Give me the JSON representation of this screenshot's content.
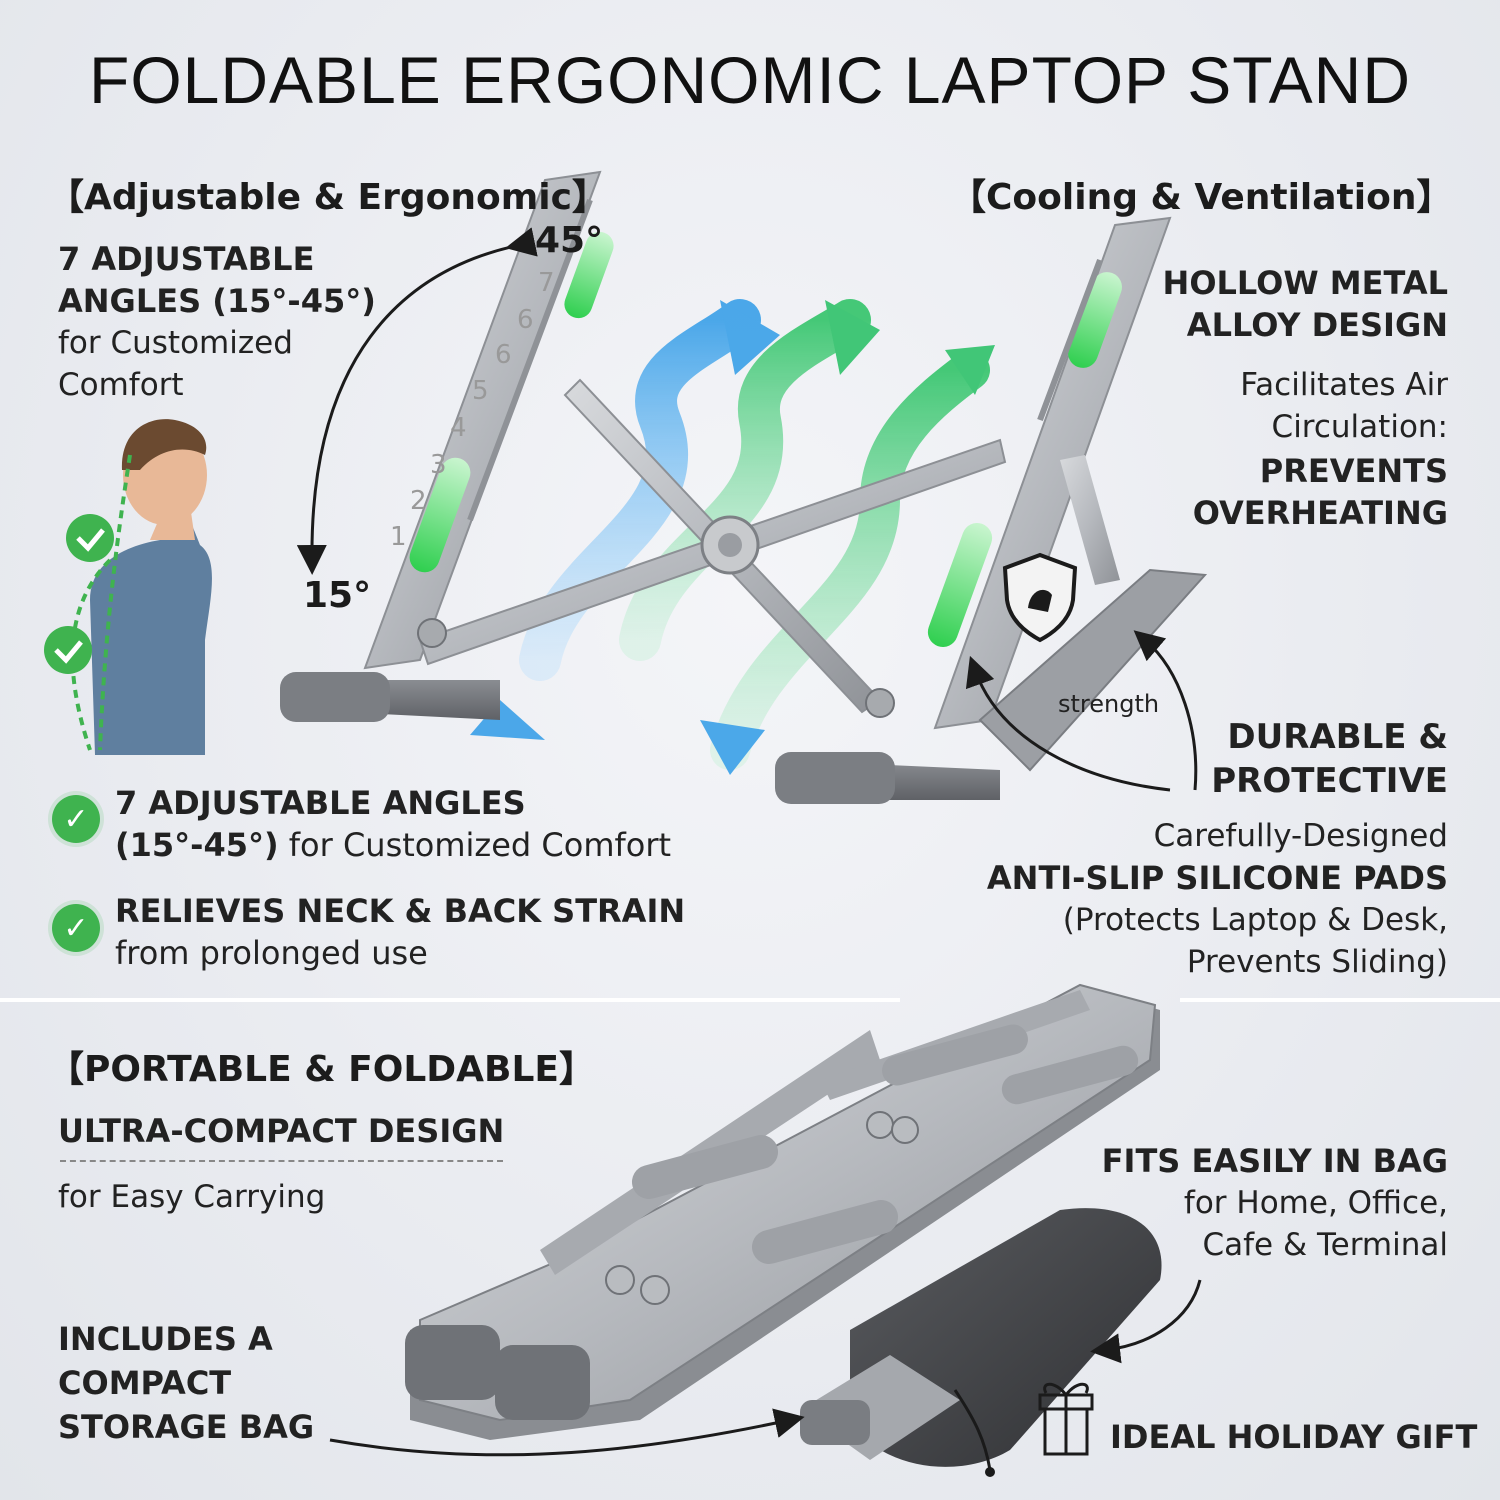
{
  "title": "FOLDABLE ERGONOMIC LAPTOP STAND",
  "adjustable": {
    "head": "【Adjustable & Ergonomic】",
    "line1": "7 ADJUSTABLE",
    "line2": "ANGLES (15°-45°)",
    "line3": "for Customized",
    "line4": "Comfort",
    "angle_max": "45°",
    "angle_min": "15°",
    "scale": [
      "7",
      "6",
      "6",
      "5",
      "4",
      "3",
      "2",
      "1"
    ]
  },
  "cooling": {
    "head": "【Cooling & Ventilation】",
    "line1": "HOLLOW METAL",
    "line2": "ALLOY DESIGN",
    "line3": "Facilitates Air",
    "line4": "Circulation:",
    "line5": "PREVENTS",
    "line6": "OVERHEATING"
  },
  "benefits": [
    {
      "bold": "7 ADJUSTABLE ANGLES",
      "rest_bold": "(15°-45°)",
      "rest": " for Customized Comfort"
    },
    {
      "bold": "RELIEVES NECK & BACK STRAIN",
      "rest": "from prolonged use"
    }
  ],
  "durable": {
    "strength_label": "strength",
    "line1": "DURABLE &",
    "line2": "PROTECTIVE",
    "line3": "Carefully-Designed",
    "line4": "ANTI-SLIP SILICONE PADS",
    "line5": "(Protects Laptop & Desk,",
    "line6": "Prevents Sliding)"
  },
  "portable": {
    "head": "【PORTABLE & FOLDABLE】",
    "line1": "ULTRA-COMPACT DESIGN",
    "line2": "for Easy Carrying",
    "bag1": "INCLUDES A",
    "bag2": "COMPACT",
    "bag3": "STORAGE BAG"
  },
  "fits": {
    "line1": "FITS EASILY IN BAG",
    "line2": "for Home, Office,",
    "line3": "Cafe & Terminal"
  },
  "gift": "IDEAL HOLIDAY GIFT",
  "colors": {
    "accent_green": "#3fb34f",
    "air_blue": "#3aa0e8",
    "metal": "#b9bcc1"
  }
}
